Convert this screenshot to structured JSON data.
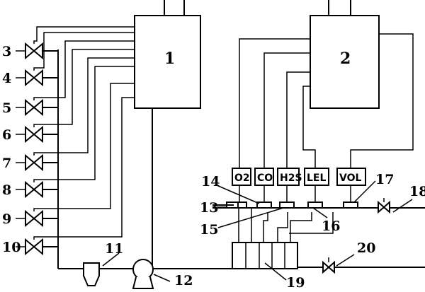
{
  "units": {
    "unit1": "1",
    "unit2": "2"
  },
  "valves_left": [
    "3",
    "4",
    "5",
    "6",
    "7",
    "8",
    "9",
    "10"
  ],
  "sensors": [
    "O2",
    "CO",
    "H2S",
    "LEL",
    "VOL"
  ],
  "labels": {
    "l11": "11",
    "l12": "12",
    "l13": "13",
    "l14": "14",
    "l15": "15",
    "l16": "16",
    "l17": "17",
    "l18": "18",
    "l19": "19",
    "l20": "20"
  }
}
